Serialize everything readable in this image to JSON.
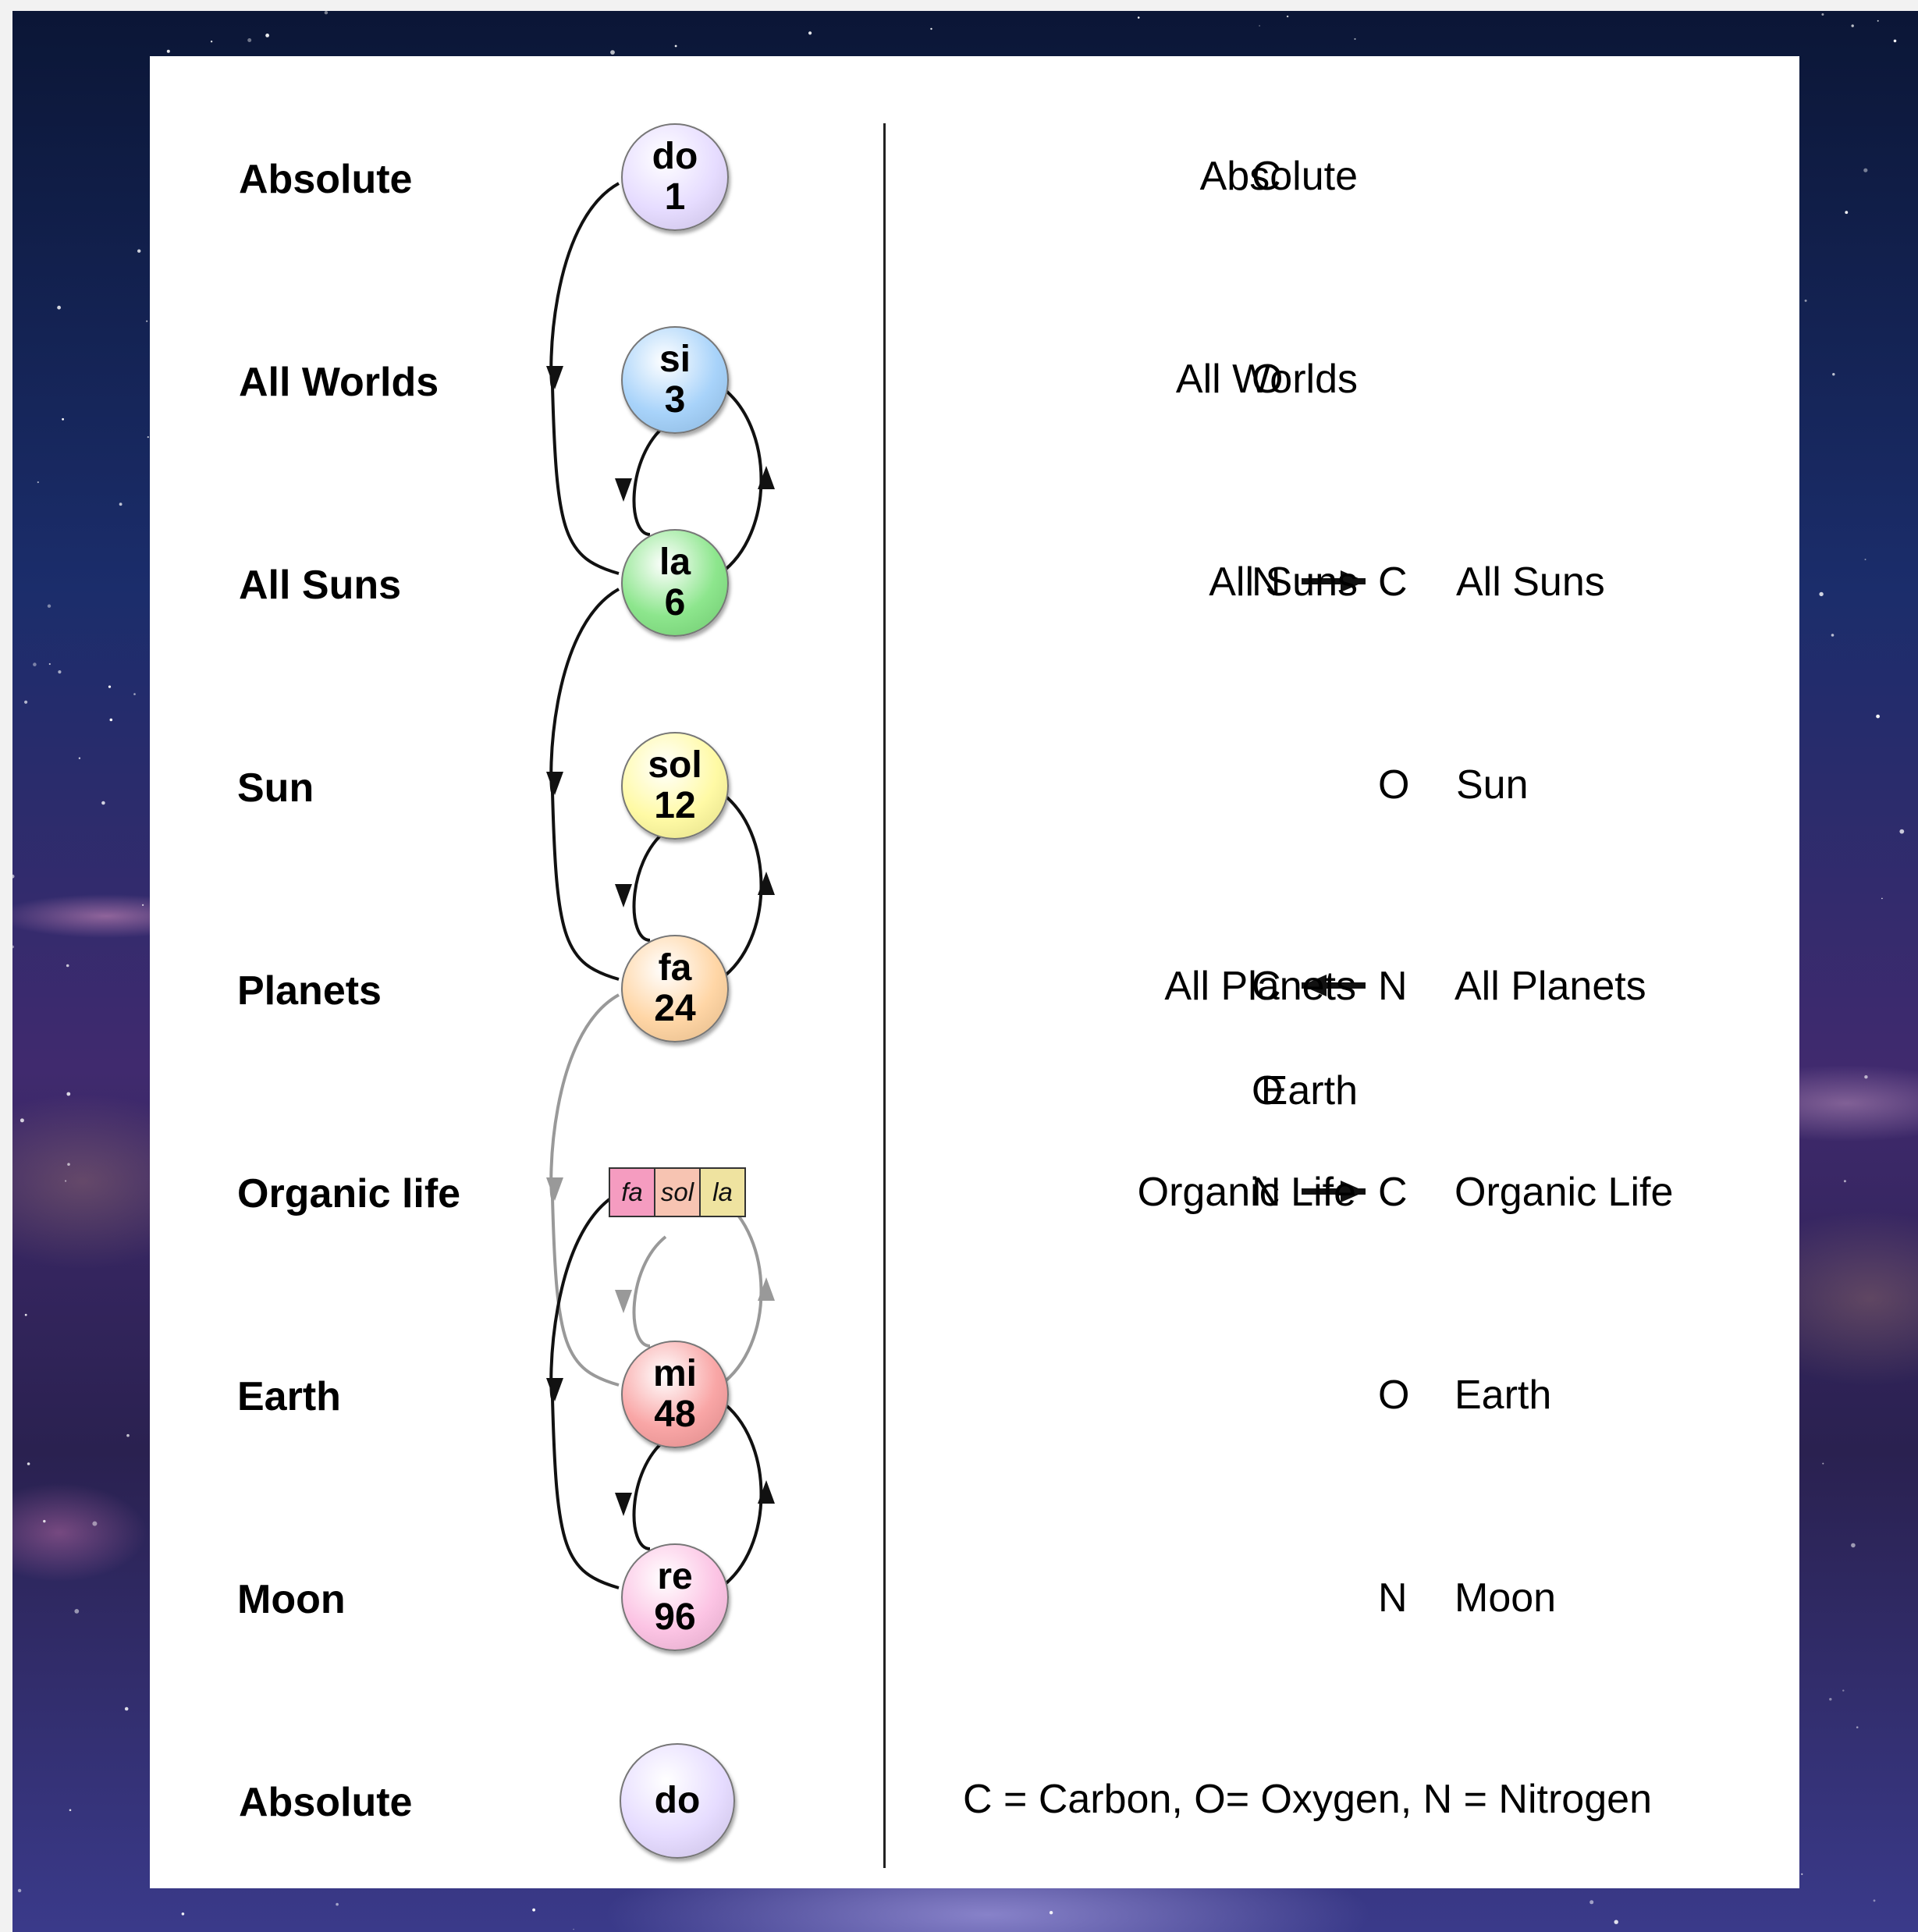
{
  "left_levels": [
    "Absolute",
    "All Worlds",
    "All Suns",
    "Sun",
    "Planets",
    "Organic life",
    "Earth",
    "Moon",
    "Absolute"
  ],
  "notes": [
    {
      "name": "do",
      "num": "1",
      "color": "#e6dcff"
    },
    {
      "name": "si",
      "num": "3",
      "color": "#a8d3fa"
    },
    {
      "name": "la",
      "num": "6",
      "color": "#8de68d"
    },
    {
      "name": "sol",
      "num": "12",
      "color": "#fffaa5"
    },
    {
      "name": "fa",
      "num": "24",
      "color": "#ffd6a6"
    },
    {
      "name": "mi",
      "num": "48",
      "color": "#f9a6a6"
    },
    {
      "name": "re",
      "num": "96",
      "color": "#fcc4e4"
    },
    {
      "name": "do",
      "num": "",
      "color": "#e6dcff"
    }
  ],
  "organic_life_notes": [
    {
      "name": "fa",
      "color": "#f59cc0"
    },
    {
      "name": "sol",
      "color": "#f7c4b2"
    },
    {
      "name": "la",
      "color": "#efe3a0"
    }
  ],
  "right_rows": [
    {
      "left": "Absolute",
      "s1": "C",
      "arrow": "",
      "s2": "",
      "right": ""
    },
    {
      "left": "All Worlds",
      "s1": "O",
      "arrow": "",
      "s2": "",
      "right": ""
    },
    {
      "left": "All Suns",
      "s1": "N",
      "arrow": "right",
      "s2": "C",
      "right": "All Suns"
    },
    {
      "left": "",
      "s1": "",
      "arrow": "",
      "s2": "O",
      "right": "Sun"
    },
    {
      "left": "All Planets",
      "s1": "C",
      "arrow": "left",
      "s2": "N",
      "right": "All Planets"
    },
    {
      "left": "Earth",
      "s1": "O",
      "arrow": "",
      "s2": "",
      "right": ""
    },
    {
      "left": "Organic Life",
      "s1": "N",
      "arrow": "right",
      "s2": "C",
      "right": "Organic Life"
    },
    {
      "left": "",
      "s1": "",
      "arrow": "",
      "s2": "O",
      "right": "Earth"
    },
    {
      "left": "",
      "s1": "",
      "arrow": "",
      "s2": "N",
      "right": "Moon"
    }
  ],
  "legend": "C = Carbon, O= Oxygen, N = Nitrogen"
}
